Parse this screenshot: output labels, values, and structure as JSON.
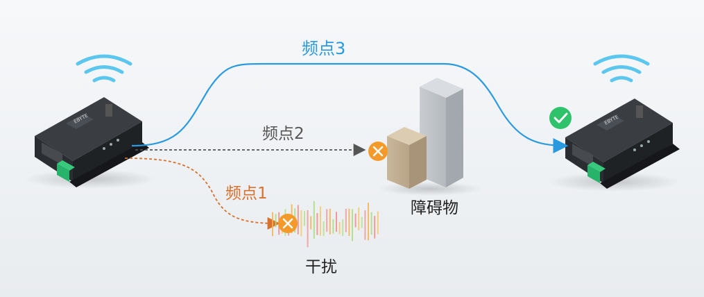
{
  "labels": {
    "freq3": "频点3",
    "freq2": "频点2",
    "freq1": "频点1",
    "obstacle": "障碍物",
    "interference": "干扰"
  },
  "colors": {
    "freq3": "#2a9ae0",
    "freq2": "#555555",
    "freq1": "#d8702e",
    "fail_marker": "#f39a2a",
    "ok_marker": "#2ec36b",
    "wifi": "#5bc6ee",
    "device_body": "#2a2d31",
    "terminal": "#27b36a"
  },
  "icons": {
    "fail": "x-circle-icon",
    "success": "check-circle-icon",
    "signal": "wifi-signal-icon"
  }
}
